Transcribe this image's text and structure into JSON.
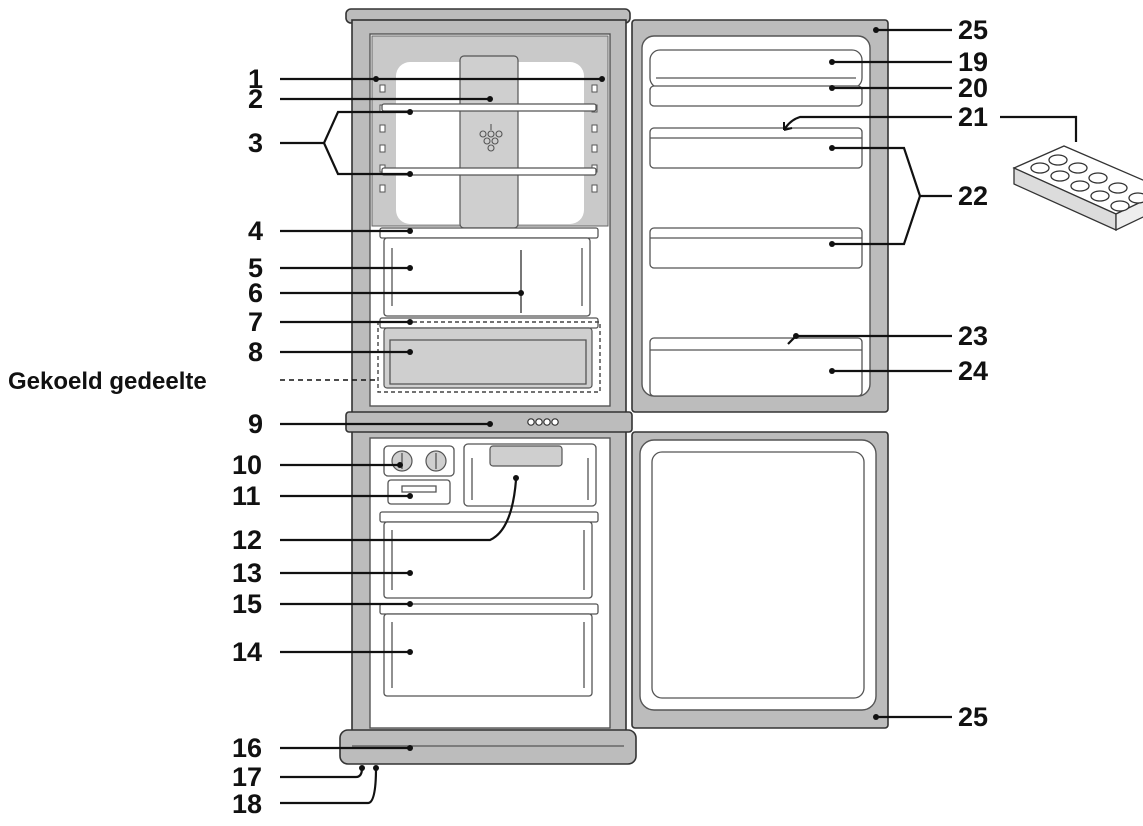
{
  "labels": {
    "l1": "1",
    "l2": "2",
    "l3": "3",
    "l4": "4",
    "l5": "5",
    "l6": "6",
    "l7": "7",
    "l8": "8",
    "l9": "9",
    "l10": "10",
    "l11": "11",
    "l12": "12",
    "l13": "13",
    "l14": "14",
    "l15": "15",
    "l16": "16",
    "l17": "17",
    "l18": "18",
    "l19": "19",
    "l20": "20",
    "l21": "21",
    "l22": "22",
    "l23": "23",
    "l24": "24",
    "l25": "25"
  },
  "section_label": "Gekoeld gedeelte",
  "colors": {
    "cabinet": "#bcbcbc",
    "outline": "#333333",
    "text": "#111111"
  }
}
